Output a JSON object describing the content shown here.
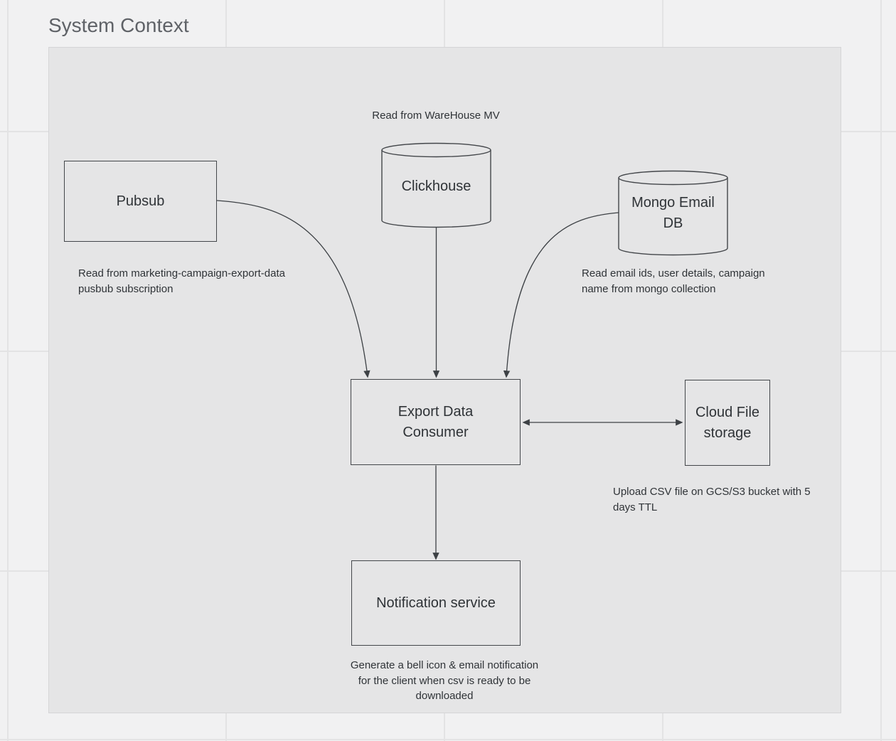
{
  "title": "System Context",
  "colors": {
    "canvas_background": "#f1f1f2",
    "grid_line": "#e3e3e4",
    "frame_background": "#e5e5e6",
    "shape_stroke": "#43464a",
    "arrow": "#3d4145",
    "text": "#2f3337",
    "title_text": "#5f6267"
  },
  "nodes": {
    "pubsub": {
      "shape": "rectangle",
      "label": "Pubsub"
    },
    "clickhouse": {
      "shape": "cylinder",
      "label": "Clickhouse"
    },
    "mongo_email_db": {
      "shape": "cylinder",
      "label": [
        "Mongo Email",
        "DB"
      ]
    },
    "export_data_consumer": {
      "shape": "rectangle",
      "label": [
        "Export Data",
        "Consumer"
      ]
    },
    "cloud_file_storage": {
      "shape": "rectangle",
      "label": [
        "Cloud File",
        "storage"
      ]
    },
    "notification_service": {
      "shape": "rectangle",
      "label": "Notification service"
    }
  },
  "annotations": {
    "clickhouse_note": [
      "Read from WareHouse MV"
    ],
    "pubsub_note": [
      "Read from marketing-campaign-export-data",
      "pusbub subscription"
    ],
    "mongo_note": [
      "Read email ids, user details, campaign",
      "name from mongo collection"
    ],
    "cloud_storage_note": [
      "Upload CSV file on GCS/S3 bucket with 5",
      "days TTL"
    ],
    "notification_note": [
      "Generate a bell icon & email notification",
      "for the client when csv is ready to be",
      "downloaded"
    ]
  },
  "edges": [
    {
      "from": "Pubsub",
      "to": "Export Data Consumer",
      "arrow": "one-way"
    },
    {
      "from": "Clickhouse",
      "to": "Export Data Consumer",
      "arrow": "one-way"
    },
    {
      "from": "Mongo Email DB",
      "to": "Export Data Consumer",
      "arrow": "one-way"
    },
    {
      "from": "Export Data Consumer",
      "to": "Cloud File storage",
      "arrow": "two-way"
    },
    {
      "from": "Export Data Consumer",
      "to": "Notification service",
      "arrow": "one-way"
    }
  ]
}
